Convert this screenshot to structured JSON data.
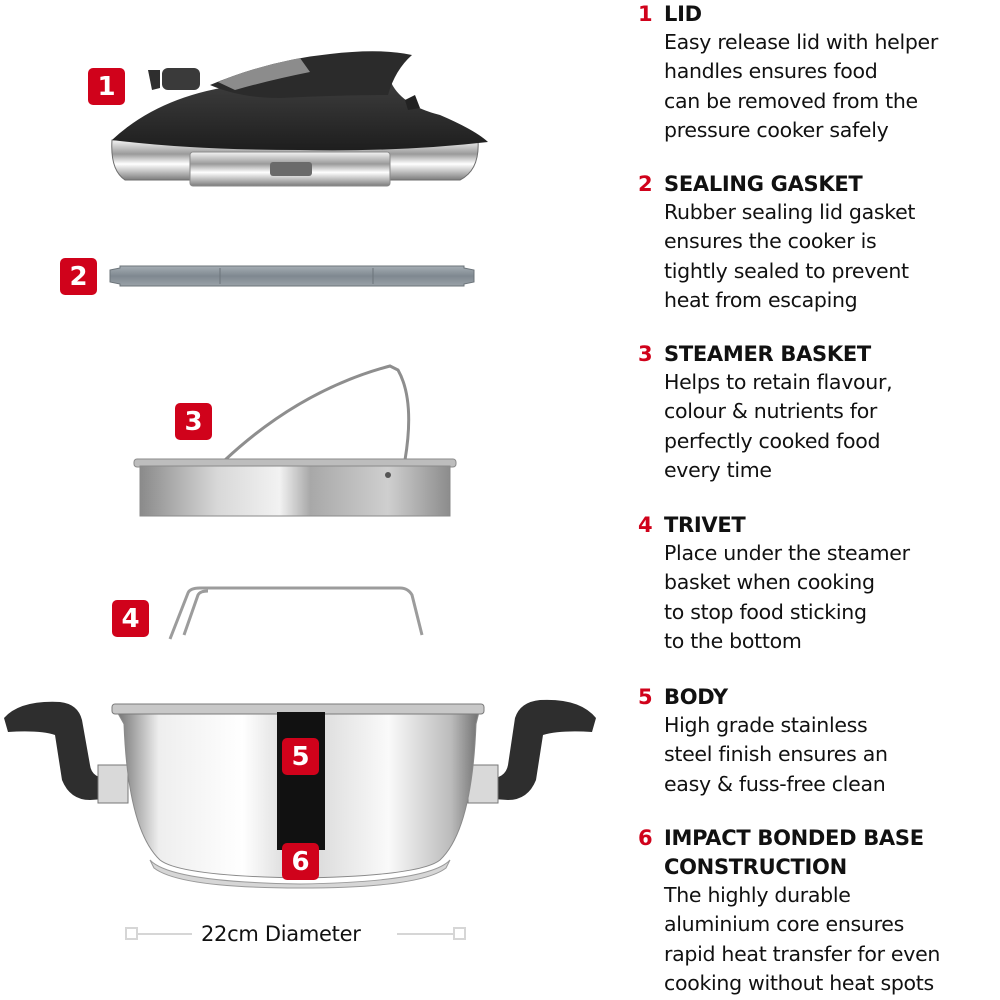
{
  "colors": {
    "accent": "#d0021b",
    "text": "#111111",
    "dimension_line": "#d6d6d6"
  },
  "parts": [
    {
      "number": "1",
      "name": "lid"
    },
    {
      "number": "2",
      "name": "sealing-gasket"
    },
    {
      "number": "3",
      "name": "steamer-basket"
    },
    {
      "number": "4",
      "name": "trivet"
    },
    {
      "number": "5",
      "name": "body"
    },
    {
      "number": "6",
      "name": "impact-bonded-base"
    }
  ],
  "features": [
    {
      "number": "1",
      "title": "LID",
      "lines": [
        "Easy release lid with helper",
        "handles ensures food",
        "can be removed from the",
        "pressure cooker safely"
      ]
    },
    {
      "number": "2",
      "title": "SEALING GASKET",
      "lines": [
        "Rubber sealing lid gasket",
        "ensures the cooker is",
        "tightly sealed to prevent",
        "heat from escaping"
      ]
    },
    {
      "number": "3",
      "title": "STEAMER BASKET",
      "lines": [
        "Helps to retain flavour,",
        "colour & nutrients for",
        "perfectly cooked food",
        "every time"
      ]
    },
    {
      "number": "4",
      "title": "TRIVET",
      "lines": [
        "Place under the steamer",
        "basket when cooking",
        "to stop food sticking",
        "to the bottom"
      ]
    },
    {
      "number": "5",
      "title": "BODY",
      "lines": [
        "High grade stainless",
        "steel finish ensures an",
        "easy & fuss-free clean"
      ]
    },
    {
      "number": "6",
      "title": "IMPACT BONDED BASE",
      "title_line2": "CONSTRUCTION",
      "lines": [
        "The highly durable",
        "aluminium core ensures",
        "rapid heat transfer for even",
        "cooking without heat spots"
      ]
    }
  ],
  "dimension": {
    "label": "22cm Diameter"
  }
}
